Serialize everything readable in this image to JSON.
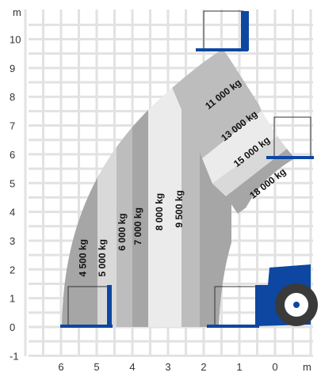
{
  "chart_data": {
    "type": "load-chart",
    "title": "",
    "x_unit": "m",
    "y_unit": "m",
    "xlim": [
      7.4,
      -1.0
    ],
    "ylim": [
      -1,
      10.9
    ],
    "x_ticks": [
      "6",
      "5",
      "4",
      "3",
      "2",
      "1",
      "0"
    ],
    "y_ticks": [
      "-1",
      "0",
      "1",
      "2",
      "3",
      "4",
      "5",
      "6",
      "7",
      "8",
      "9",
      "10"
    ],
    "grid": true,
    "zones": [
      {
        "label": "4 500 kg",
        "label_at": {
          "x": 5.3,
          "y": 2.4
        }
      },
      {
        "label": "5 000 kg",
        "label_at": {
          "x": 4.75,
          "y": 2.4
        }
      },
      {
        "label": "6 000 kg",
        "label_at": {
          "x": 4.2,
          "y": 3.3
        }
      },
      {
        "label": "7 000 kg",
        "label_at": {
          "x": 3.75,
          "y": 3.5
        }
      },
      {
        "label": "8 000 kg",
        "label_at": {
          "x": 3.15,
          "y": 4.0
        }
      },
      {
        "label": "9 500 kg",
        "label_at": {
          "x": 2.6,
          "y": 4.1
        }
      },
      {
        "label": "11 000 kg",
        "label_at": {
          "x": 1.4,
          "y": 8.0
        }
      },
      {
        "label": "13 000 kg",
        "label_at": {
          "x": 0.95,
          "y": 6.9
        }
      },
      {
        "label": "15 000 kg",
        "label_at": {
          "x": 0.6,
          "y": 6.0
        }
      },
      {
        "label": "18 000 kg",
        "label_at": {
          "x": 0.15,
          "y": 4.9
        }
      }
    ],
    "colors": {
      "machine": "#0d47a1",
      "wheel": "#3a3a3a",
      "grid": "#e2e2e2",
      "band_dark": "#a6a6a6",
      "band_mid": "#bdbdbd",
      "band_light": "#d9d9d9",
      "band_pale": "#ebebeb"
    }
  }
}
